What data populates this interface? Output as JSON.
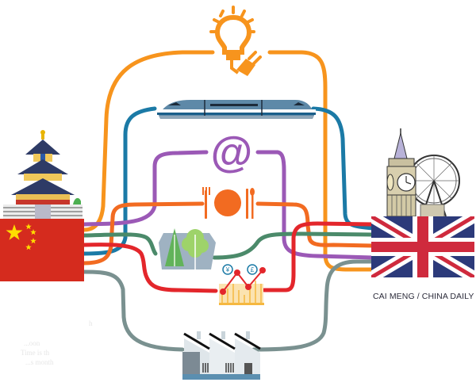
{
  "illustration": {
    "subject": "China–UK cooperation network",
    "credit": "CAI MENG  / CHINA DAILY",
    "left_country": {
      "name": "China",
      "landmark": "Temple of Heaven",
      "flag": "china-flag"
    },
    "right_country": {
      "name": "United Kingdom",
      "landmark": "Big Ben and London Eye",
      "flag": "union-jack"
    },
    "icons": [
      {
        "name": "lightbulb-plug-icon",
        "theme": "energy",
        "color": "#f7941d"
      },
      {
        "name": "high-speed-train-icon",
        "theme": "rail",
        "color": "#1b7aa6"
      },
      {
        "name": "at-sign-icon",
        "theme": "internet",
        "color": "#9b59b6"
      },
      {
        "name": "plate-cutlery-icon",
        "theme": "food",
        "color": "#f26b21"
      },
      {
        "name": "trees-icon",
        "theme": "environment",
        "color": "#4b8a6a"
      },
      {
        "name": "currency-chart-icon",
        "theme": "finance",
        "color": "#e3262b"
      },
      {
        "name": "factory-icon",
        "theme": "manufacturing",
        "color": "#7a9190"
      }
    ],
    "chart_glyphs": {
      "coin_left": "¥",
      "coin_right": "£"
    },
    "at_glyph": "@",
    "line_colors": {
      "orange": "#f7941d",
      "blue": "#1b7aa6",
      "purple": "#9b59b6",
      "dark_orange": "#f26b21",
      "green": "#4b8a6a",
      "red": "#e3262b",
      "gray": "#7a9190"
    },
    "faded_background_text": [
      "h",
      "...oon",
      "Time is th",
      "...s month"
    ]
  }
}
